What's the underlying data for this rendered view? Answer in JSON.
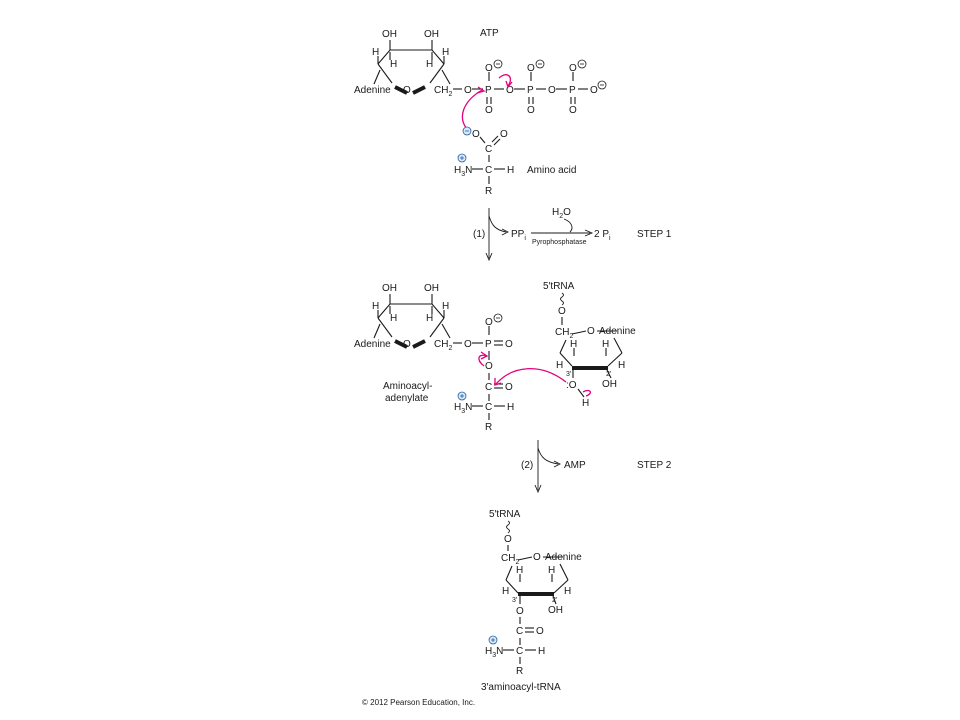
{
  "labels": {
    "atp": "ATP",
    "amino_acid": "Amino acid",
    "pp_i": "PP",
    "pp_i_sub": "i",
    "water": "H",
    "water_sub": "2",
    "water_o": "O",
    "two_pi": "2 P",
    "two_pi_sub": "i",
    "pyrophosphatase": "Pyrophosphatase",
    "step1_num": "(1)",
    "step1": "STEP 1",
    "aminoacyl_line1": "Aminoacyl-",
    "aminoacyl_line2": "adenylate",
    "step2_num": "(2)",
    "amp": "AMP",
    "step2": "STEP 2",
    "trna_5": "5′tRNA",
    "product": "3′aminoacyl-tRNA",
    "copyright": "© 2012 Pearson Education, Inc."
  },
  "atoms": {
    "oh": "OH",
    "h": "H",
    "o": "O",
    "p": "P",
    "c": "C",
    "r": "R",
    "adenine": "Adenine",
    "ch2": "CH",
    "ch2_sub": "2",
    "h3n": "H",
    "h3n_sub": "3",
    "n": "N",
    "lone_o": ":O",
    "three_prime": "3′",
    "two_prime": "2′"
  }
}
